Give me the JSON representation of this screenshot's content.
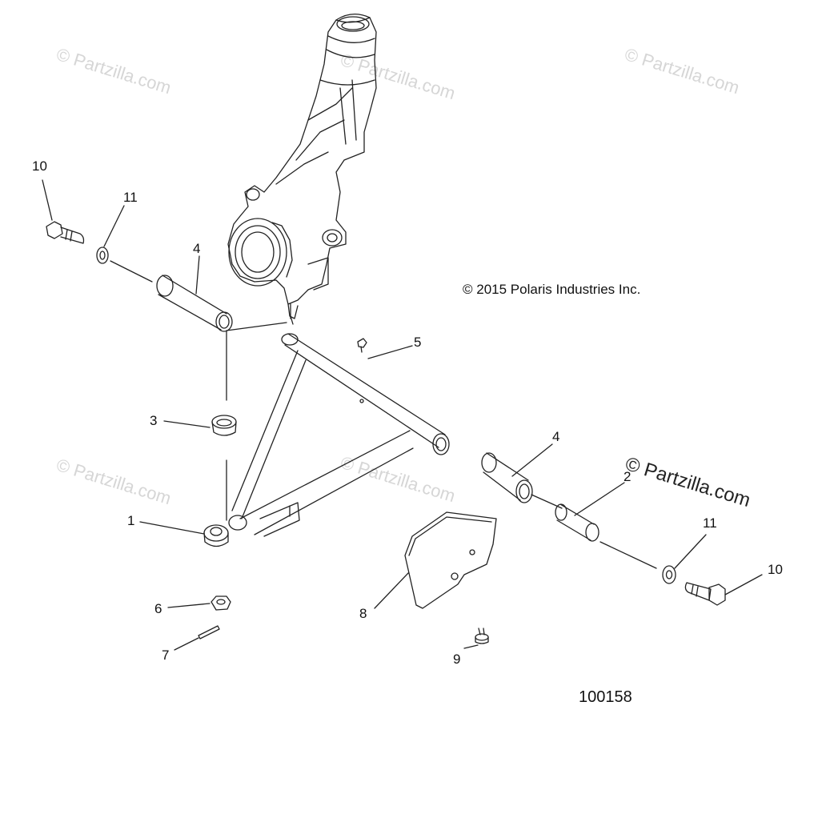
{
  "watermark_text": "© Partzilla.com",
  "copyright": "© 2015 Polaris Industries Inc.",
  "diagram_code": "100158",
  "callouts": {
    "c10a": "10",
    "c11a": "11",
    "c4a": "4",
    "c5": "5",
    "c3": "3",
    "c4b": "4",
    "c2": "2",
    "c1": "1",
    "c11b": "11",
    "c10b": "10",
    "c6": "6",
    "c7": "7",
    "c8": "8",
    "c9": "9"
  }
}
